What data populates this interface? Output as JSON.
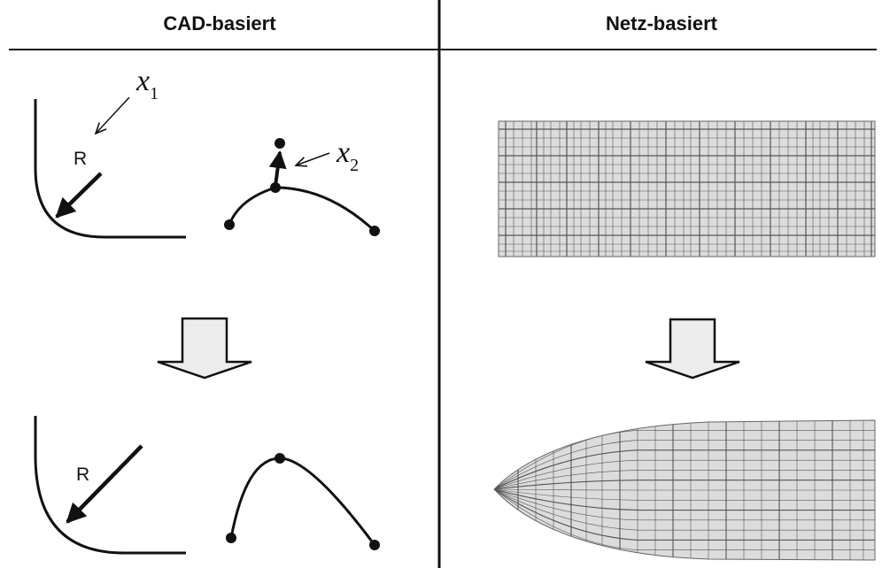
{
  "headers": {
    "left": "CAD-basiert",
    "right": "Netz-basiert"
  },
  "labels": {
    "radius_top": "R",
    "radius_bottom": "R",
    "x1_base": "x",
    "x1_sub": "1",
    "x2_base": "x",
    "x2_sub": "2"
  },
  "colors": {
    "line": "#111111",
    "mesh_fill": "#dcdcdc",
    "mesh_line": "#555555",
    "arrow_fill": "#ececec",
    "divider": "#111111"
  },
  "icons": {
    "transform_arrow": "down-arrow-icon"
  }
}
